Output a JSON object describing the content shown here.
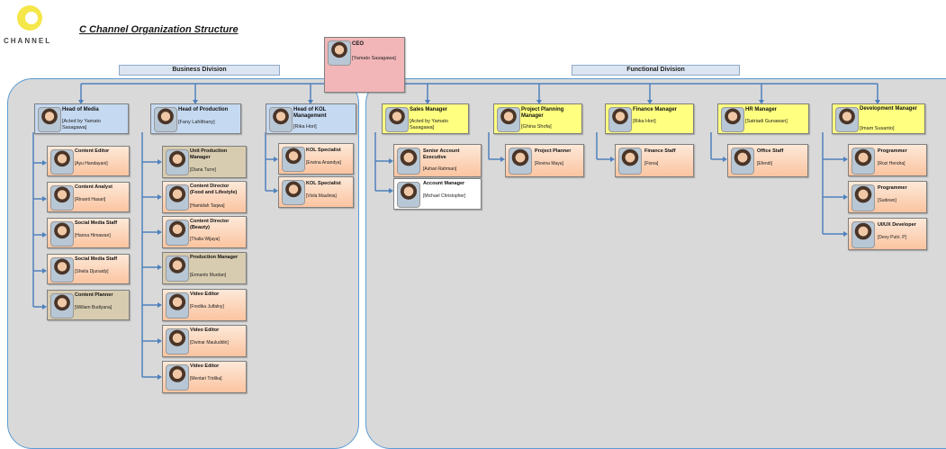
{
  "header": {
    "logo_text": "CHANNEL",
    "title": "C Channel Organization Structure"
  },
  "colors": {
    "connector": "#4f81bd",
    "ceo_fill": "#f2b6b8",
    "head_blue": "#c5d9f1",
    "head_yellow": "#ffff80",
    "staff_orange": "#fbc4a0",
    "staff_tan": "#d8ccb0",
    "division_fill": "#d9d9d9"
  },
  "ceo": {
    "role": "CEO",
    "name": "[Yamato Sasagawa]"
  },
  "business_division": {
    "label": "Business Division",
    "departments": [
      {
        "head": {
          "role": "Head of Media",
          "name": "[Acted by Yamato Sasagawa]"
        },
        "staff": [
          {
            "role": "Content Editor",
            "name": "[Ayu Handayani]"
          },
          {
            "role": "Content Analyst",
            "name": "[Rinanti Hasari]"
          },
          {
            "role": "Social Media Staff",
            "name": "[Hanna Himawan]"
          },
          {
            "role": "Social Media Staff",
            "name": "[Sheila Djunaidy]"
          },
          {
            "role": "Content Planner",
            "name": "[William Budiyana]"
          }
        ]
      },
      {
        "head": {
          "role": "Head of Production",
          "name": "[Fany Lahlthany]"
        },
        "staff": [
          {
            "role": "Unit Production Manager",
            "name": "[Diana Turre]"
          },
          {
            "role": "Content Director (Food and Lifestyle)",
            "name": "[Hamidah Taqwa]"
          },
          {
            "role": "Content Director (Beauty)",
            "name": "[Thalia Wijaya]"
          },
          {
            "role": "Production Manager",
            "name": "[Ermanto Murdan]"
          },
          {
            "role": "Video Editor",
            "name": "[Fredika Julfalny]"
          },
          {
            "role": "Video Editor",
            "name": "[Dwinar Mauluddin]"
          },
          {
            "role": "Video Editor",
            "name": "[Mentari Tridika]"
          }
        ]
      },
      {
        "head": {
          "role": "Head of KOL Management",
          "name": "[Rika Hori]"
        },
        "staff": [
          {
            "role": "KOL Specialist",
            "name": "[Erwina Anandya]"
          },
          {
            "role": "KOL Specialist",
            "name": "[Viola Maulinia]"
          }
        ]
      }
    ]
  },
  "functional_division": {
    "label": "Functional Division",
    "departments": [
      {
        "head": {
          "role": "Sales Manager",
          "name": "[Acted by Yamato Sasagawa]"
        },
        "staff": [
          {
            "role": "Senior Account Executive",
            "name": "[Ashari Rahman]"
          },
          {
            "role": "Account Manager",
            "name": "[Michael Christopher]"
          }
        ]
      },
      {
        "head": {
          "role": "Project Planning Manager",
          "name": "[Ghina Shofa]"
        },
        "staff": [
          {
            "role": "Project Planner",
            "name": "[Revina Maya]"
          }
        ]
      },
      {
        "head": {
          "role": "Finance Manager",
          "name": "[Rika Hori]"
        },
        "staff": [
          {
            "role": "Finance Staff",
            "name": "[Fiona]"
          }
        ]
      },
      {
        "head": {
          "role": "HR Manager",
          "name": "[Satriadi Gunawan]"
        },
        "staff": [
          {
            "role": "Office Staff",
            "name": "[Efendi]"
          }
        ]
      },
      {
        "head": {
          "role": "Development Manager",
          "name": "[Imam Susanto]"
        },
        "staff": [
          {
            "role": "Programmer",
            "name": "[Rozi Hendra]"
          },
          {
            "role": "Programmer",
            "name": "[Sudewo]"
          },
          {
            "role": "UI/UX Developer",
            "name": "[Devy Putri. P]"
          }
        ]
      }
    ]
  }
}
